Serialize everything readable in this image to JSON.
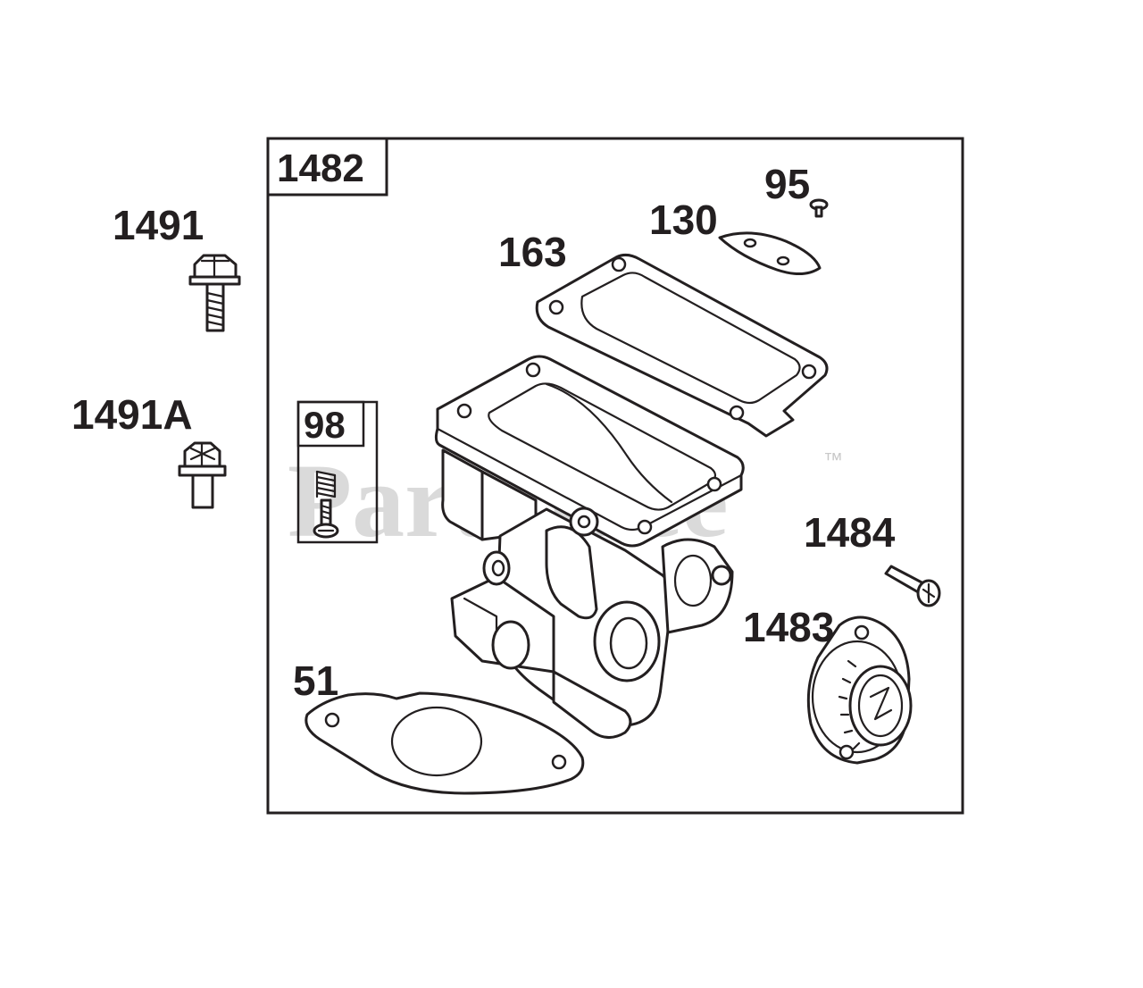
{
  "diagram": {
    "assembly_label": "1482",
    "watermark": "PartsTree",
    "trademark": "™",
    "parts": {
      "p1491": "1491",
      "p1491a": "1491A",
      "p98": "98",
      "p95": "95",
      "p130": "130",
      "p163": "163",
      "p1484": "1484",
      "p1483": "1483",
      "p51": "51"
    }
  }
}
